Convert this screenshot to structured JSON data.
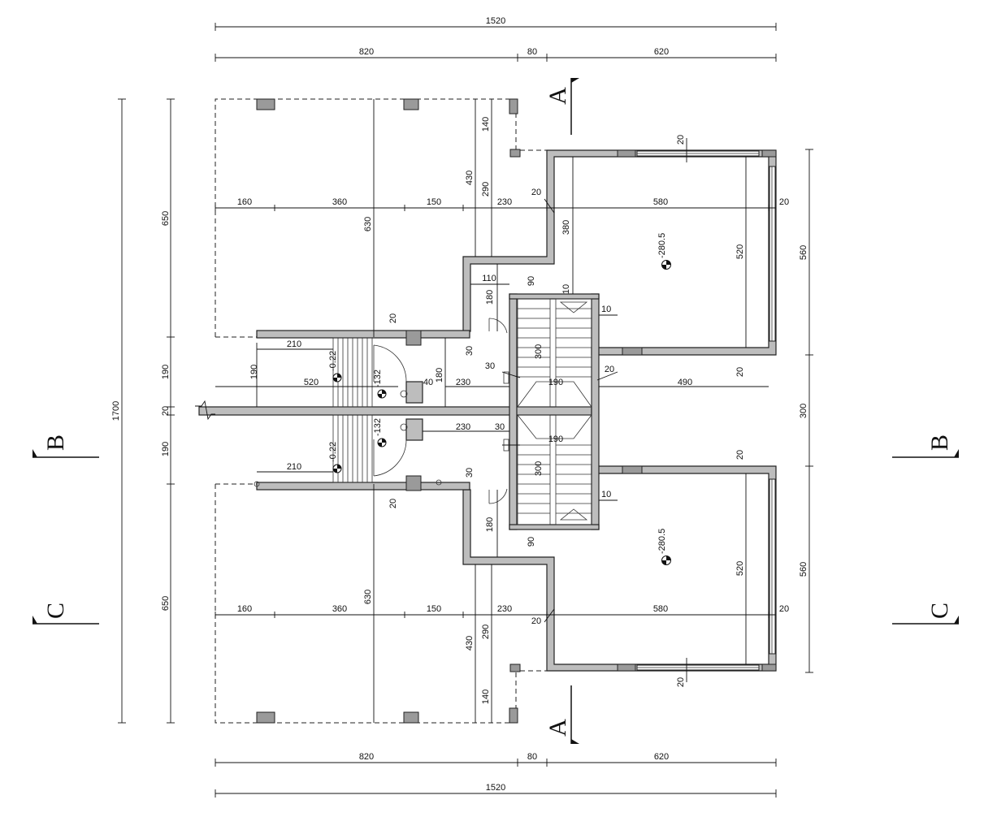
{
  "dimensions": {
    "total_width": "1520",
    "seg_left": "820",
    "seg_mid": "80",
    "seg_right": "620",
    "total_height": "1700",
    "left_upper": "650",
    "left_mid_upper": "190",
    "left_center": "20",
    "left_mid_lower": "190",
    "left_lower": "650",
    "right_upper": "560",
    "right_mid": "300",
    "right_lower": "560",
    "h_160": "160",
    "h_360": "360",
    "h_150": "150",
    "h_230": "230",
    "h_580": "580",
    "h_20": "20",
    "v_430": "430",
    "v_140": "140",
    "v_290": "290",
    "v_630": "630",
    "v_380": "380",
    "v_520": "520",
    "d_110": "110",
    "d_90": "90",
    "d_180": "180",
    "d_10": "10",
    "d_210": "210",
    "d_520": "520",
    "d_190": "190",
    "d_40": "40",
    "d_490": "490",
    "d_300": "300",
    "d_30": "30"
  },
  "levels": {
    "room": "-280.5",
    "stair_landing": "-132",
    "entry": "-0.22"
  },
  "sections": {
    "a": "A",
    "b": "B",
    "c": "C"
  }
}
